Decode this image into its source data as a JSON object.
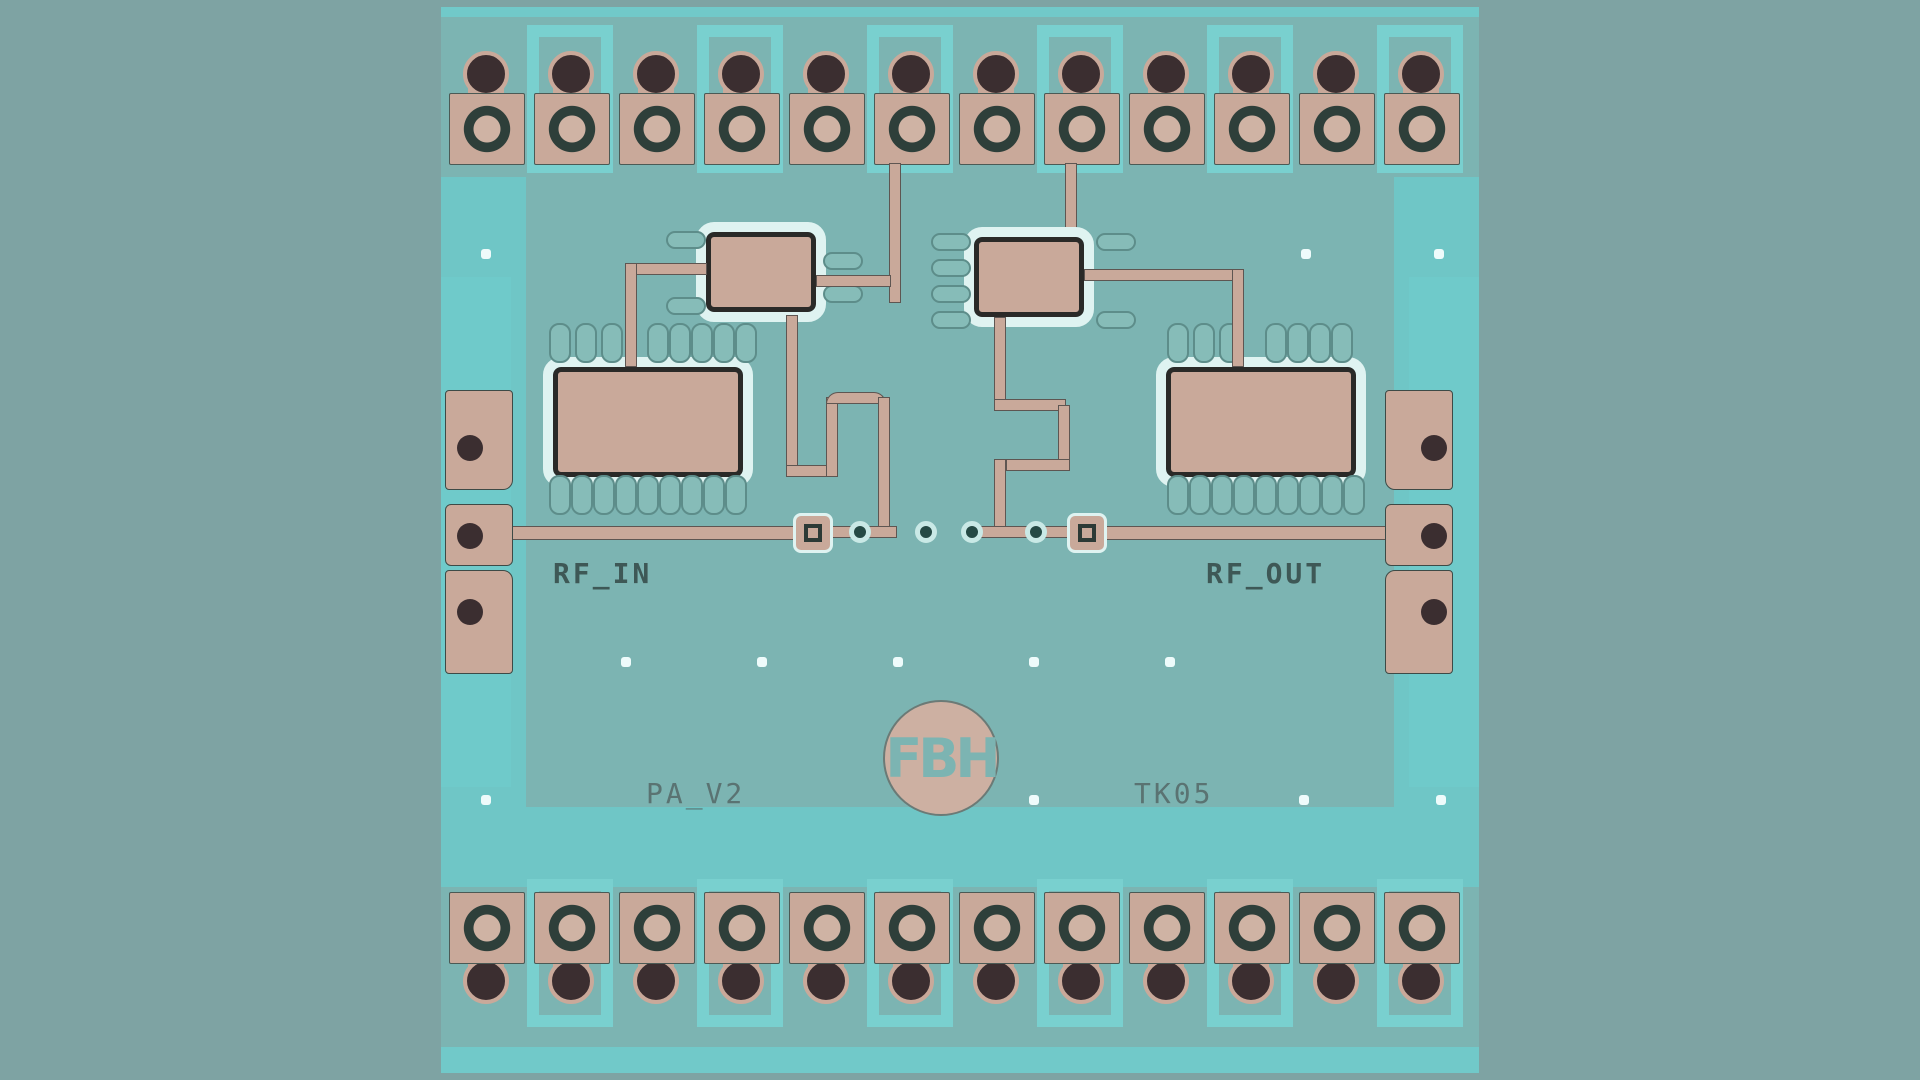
{
  "image": {
    "subject": "MMIC power amplifier die micrograph",
    "background_color": "#7ea3a3",
    "die_color": "#6fc6c6",
    "metal_color": "#c9a99a"
  },
  "labels": {
    "rf_in": "RF_IN",
    "rf_out": "RF_OUT",
    "design_name": "PA_V2",
    "design_code": "TK05",
    "logo_text": "FBH"
  },
  "pads": {
    "top_count": 12,
    "bottom_count": 12
  }
}
